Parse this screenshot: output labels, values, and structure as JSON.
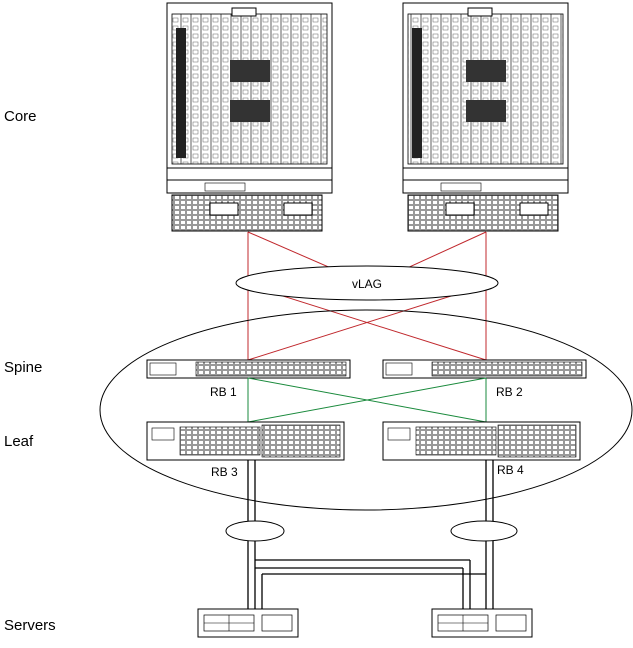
{
  "layers": {
    "core": "Core",
    "spine": "Spine",
    "leaf": "Leaf",
    "servers": "Servers"
  },
  "vlag_label": "vLAG",
  "bridges": {
    "rb1": "RB 1",
    "rb2": "RB 2",
    "rb3": "RB 3",
    "rb4": "RB 4"
  },
  "colors": {
    "core_link": "#c0282d",
    "spine_leaf_link": "#1a8a3c",
    "cable": "#000000"
  }
}
